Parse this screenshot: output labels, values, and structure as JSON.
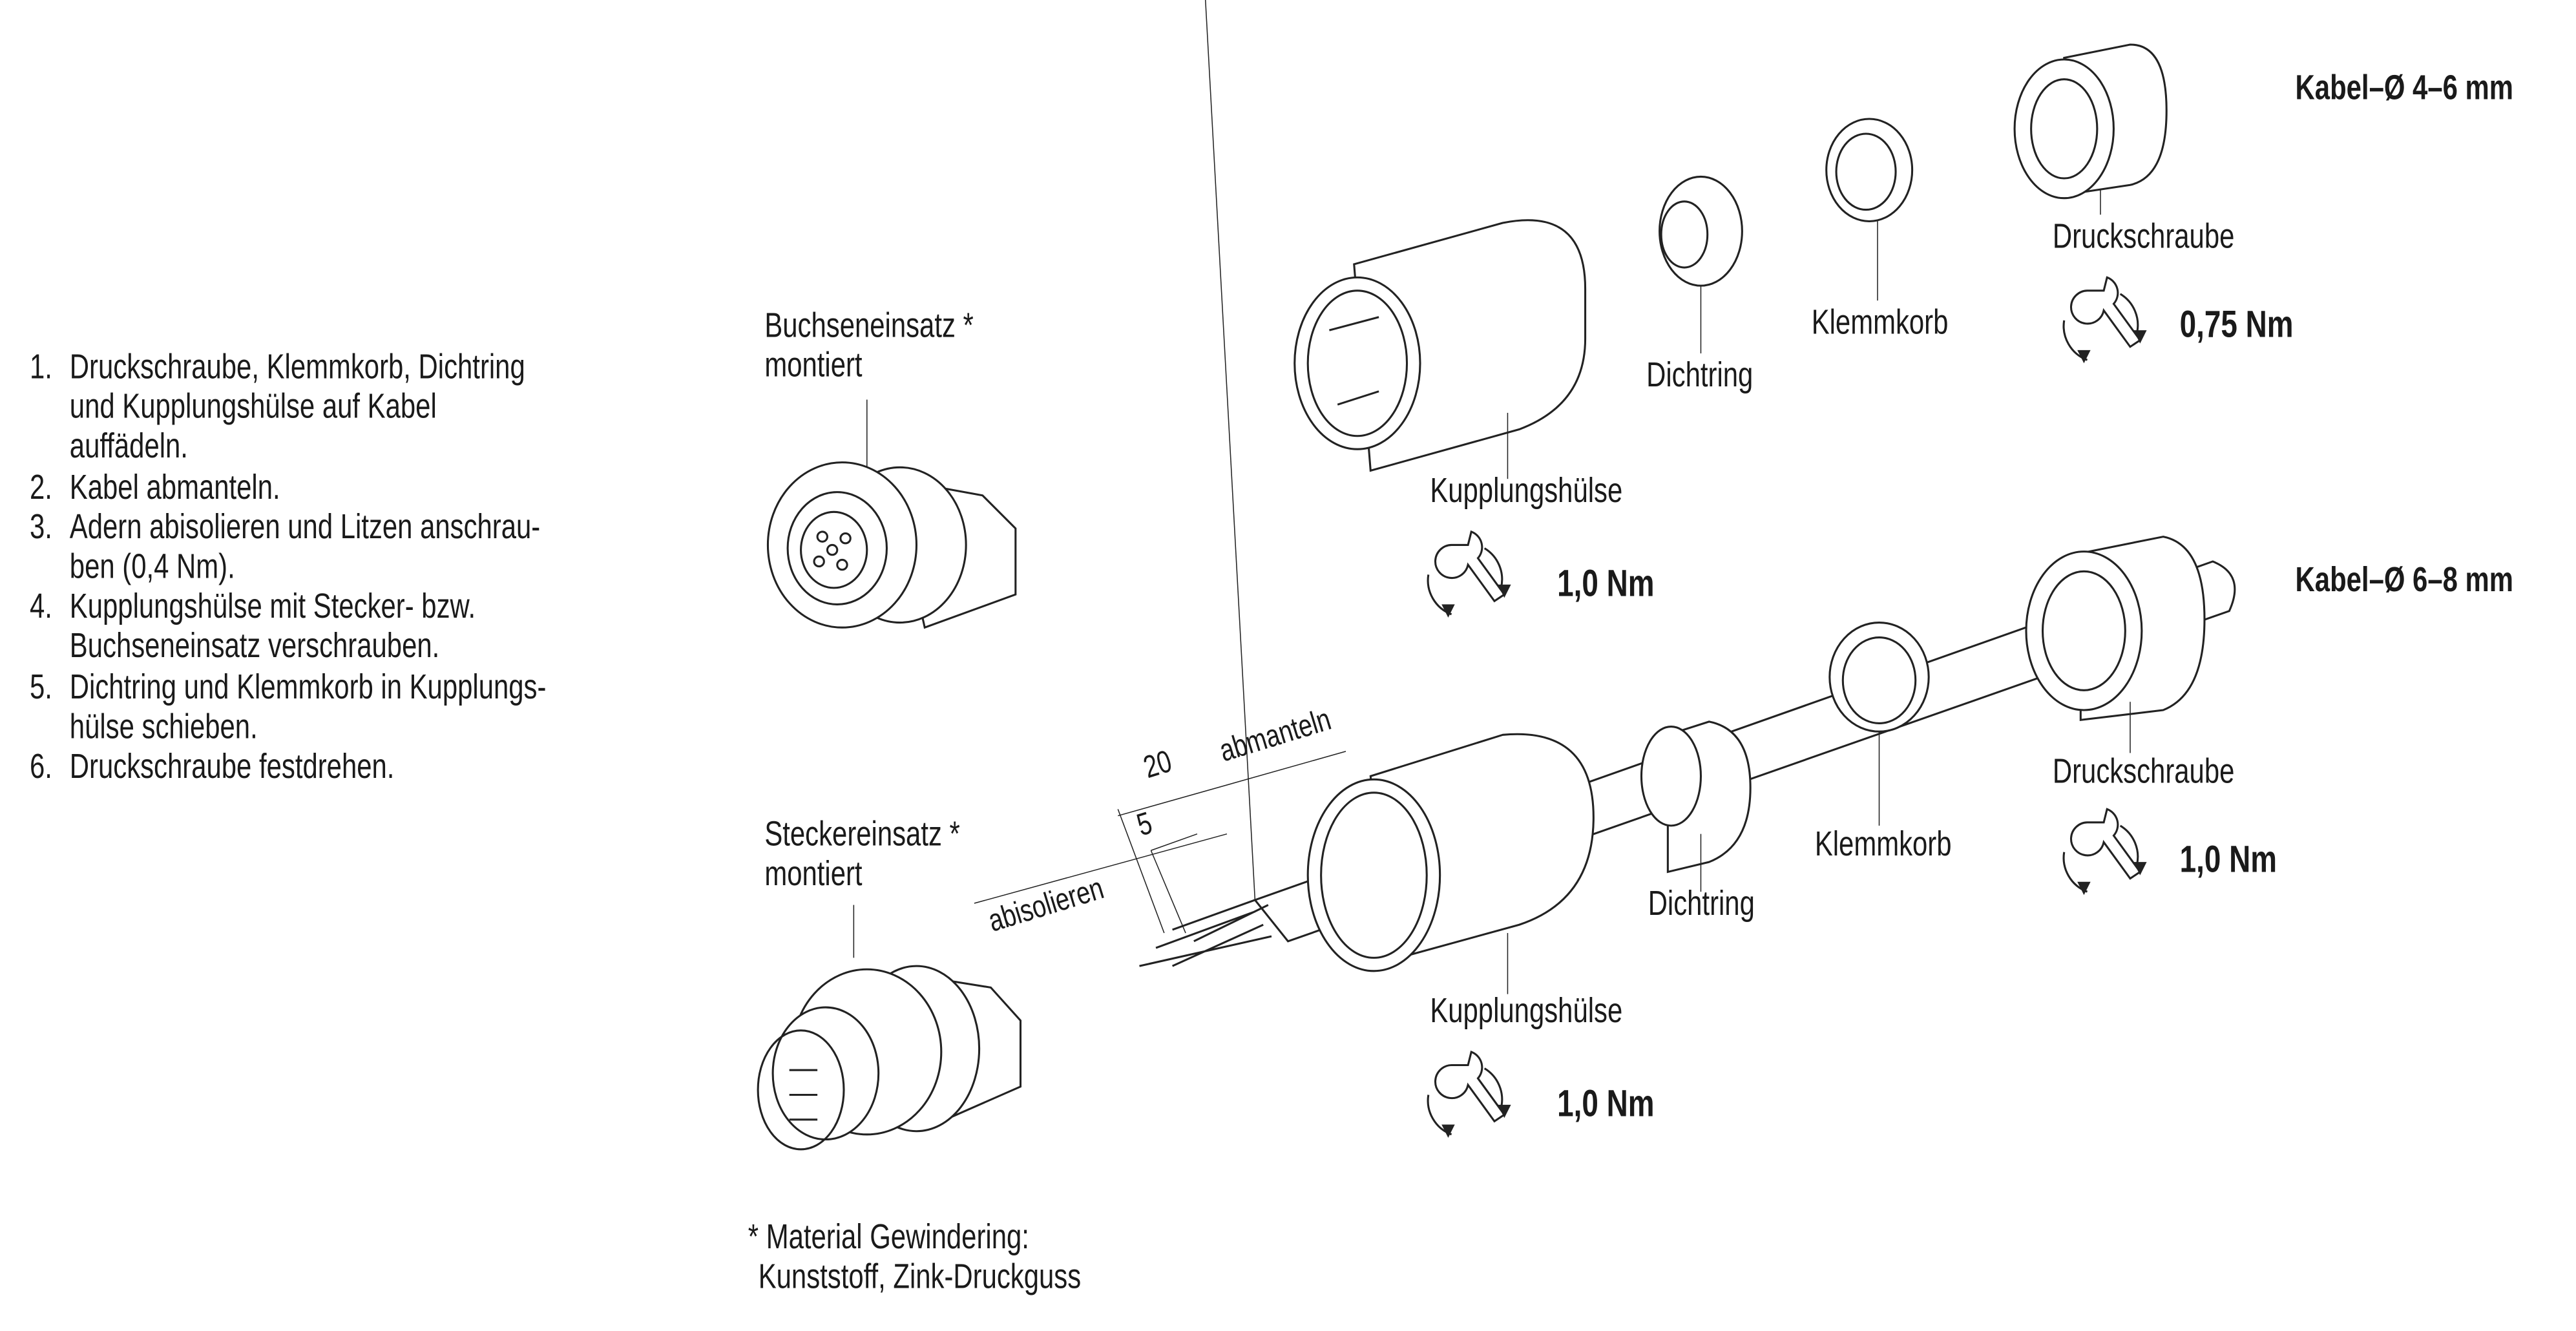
{
  "instructions": [
    {
      "num": "1.",
      "lines": [
        "Druckschraube, Klemmkorb, Dichtring",
        "und Kupplungshülse auf Kabel",
        "auffädeln."
      ]
    },
    {
      "num": "2.",
      "lines": [
        "Kabel abmanteln."
      ]
    },
    {
      "num": "3.",
      "lines": [
        "Adern abisolieren und Litzen anschrau-",
        "ben (0,4 Nm)."
      ]
    },
    {
      "num": "4.",
      "lines": [
        "Kupplungshülse mit Stecker- bzw.",
        "Buchseneinsatz verschrauben."
      ]
    },
    {
      "num": "5.",
      "lines": [
        "Dichtring und Klemmkorb in Kupplungs-",
        "hülse schieben."
      ]
    },
    {
      "num": "6.",
      "lines": [
        "Druckschraube festdrehen."
      ]
    }
  ],
  "inserts": {
    "female": [
      "Buchseneinsatz *",
      "montiert"
    ],
    "male": [
      "Steckereinsatz *",
      "montiert"
    ]
  },
  "footnote": [
    "* Material Gewindering:",
    "Kunststoff, Zink-Druckguss"
  ],
  "top_assembly": {
    "cable_label": "Kabel–Ø 4–6 mm",
    "parts": {
      "druckschraube": "Druckschraube",
      "klemmkorb": "Klemmkorb",
      "dichtring": "Dichtring",
      "kupplungshuelse": "Kupplungshülse"
    },
    "torque_druckschraube": "0,75 Nm",
    "torque_kupplungshuelse": "1,0 Nm"
  },
  "bottom_assembly": {
    "cable_label": "Kabel–Ø 6–8 mm",
    "parts": {
      "druckschraube": "Druckschraube",
      "klemmkorb": "Klemmkorb",
      "dichtring": "Dichtring",
      "kupplungshuelse": "Kupplungshülse"
    },
    "torque_druckschraube": "1,0 Nm",
    "torque_kupplungshuelse": "1,0 Nm"
  },
  "dimensions": {
    "strip_label": "abisolieren",
    "strip_value": "5",
    "sheath_label": "abmanteln",
    "sheath_value": "20"
  },
  "icons": {
    "torque": "wrench-rotate-icon"
  }
}
